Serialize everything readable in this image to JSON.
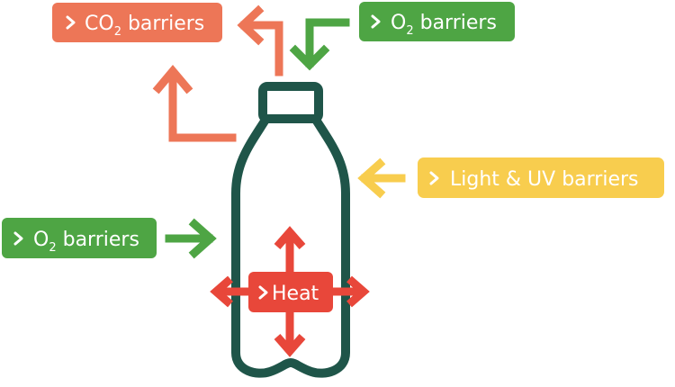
{
  "colors": {
    "bottle": "#1f5549",
    "co2": "#ed7657",
    "o2": "#4ea544",
    "light": "#f8cd4e",
    "heat": "#e8473a",
    "text": "#ffffff"
  },
  "labels": {
    "co2_top": {
      "prefix": "CO",
      "sub": "2",
      "suffix": " barriers"
    },
    "o2_top": {
      "prefix": "O",
      "sub": "2",
      "suffix": " barriers"
    },
    "light_uv": {
      "text": "Light & UV barriers"
    },
    "o2_left": {
      "prefix": "O",
      "sub": "2",
      "suffix": " barriers"
    },
    "heat": {
      "text": "Heat"
    }
  },
  "icons": {
    "label_marker": "chevron-right-icon",
    "arrow": "arrow-icon"
  }
}
